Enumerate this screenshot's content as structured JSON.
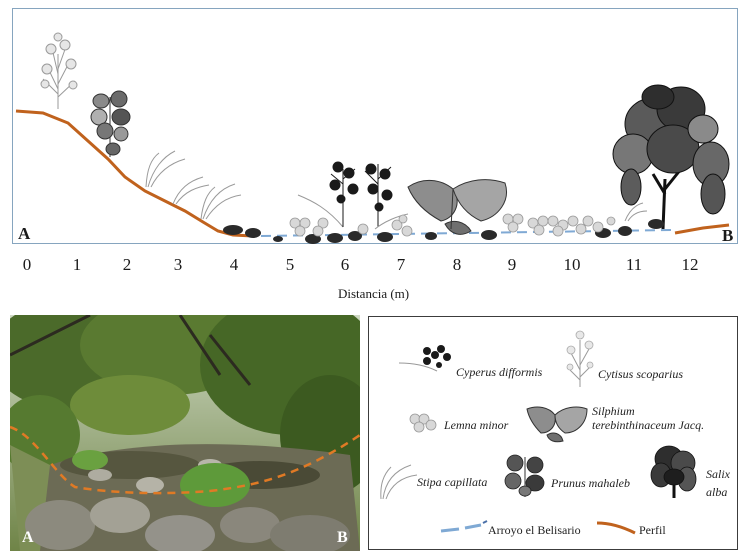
{
  "profile": {
    "label_left": "A",
    "label_right": "B",
    "axis_ticks": [
      "0",
      "1",
      "2",
      "3",
      "4",
      "5",
      "6",
      "7",
      "8",
      "9",
      "10",
      "11",
      "12"
    ],
    "axis_title": "Distancia  (m)"
  },
  "photo": {
    "label_left": "A",
    "label_right": "B"
  },
  "legend": {
    "cyperus": "Cyperus difformis",
    "cytisus": "Cytisus scoparius",
    "lemna": "Lemna minor",
    "silphium_1": "Silphium",
    "silphium_2": "terebinthinaceum  Jacq.",
    "stipa": "Stipa capillata",
    "prunus": "Prunus mahaleb",
    "salix_1": "Salix",
    "salix_2": "alba",
    "arroyo": "Arroyo el Belisario",
    "perfil": "Perfil"
  },
  "colors": {
    "profile_line": "#c0621d",
    "stream_line": "#7fa9d4",
    "panel_border": "#86a5bf"
  }
}
